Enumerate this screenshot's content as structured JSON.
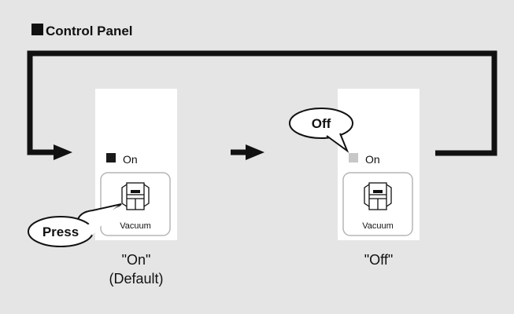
{
  "header": {
    "title": "Control Panel"
  },
  "panels": [
    {
      "indicator_label": "On",
      "button_label": "Vacuum",
      "caption_line1": "\"On\"",
      "caption_line2": "(Default)",
      "indicator_state": "on"
    },
    {
      "indicator_label": "On",
      "button_label": "Vacuum",
      "caption_line1": "\"Off\"",
      "caption_line2": "",
      "indicator_state": "off"
    }
  ],
  "callouts": {
    "press": "Press",
    "off": "Off"
  },
  "colors": {
    "background": "#e5e5e5",
    "panel": "#ffffff",
    "line": "#111111",
    "indicator_on": "#1a1a1a",
    "indicator_off": "#c8c8c8",
    "button_border": "#b5b5b5"
  },
  "icons": {
    "bullet": "black-square-icon",
    "button": "fridge-vacuum-icon",
    "flow": "arrow-right-icon"
  }
}
